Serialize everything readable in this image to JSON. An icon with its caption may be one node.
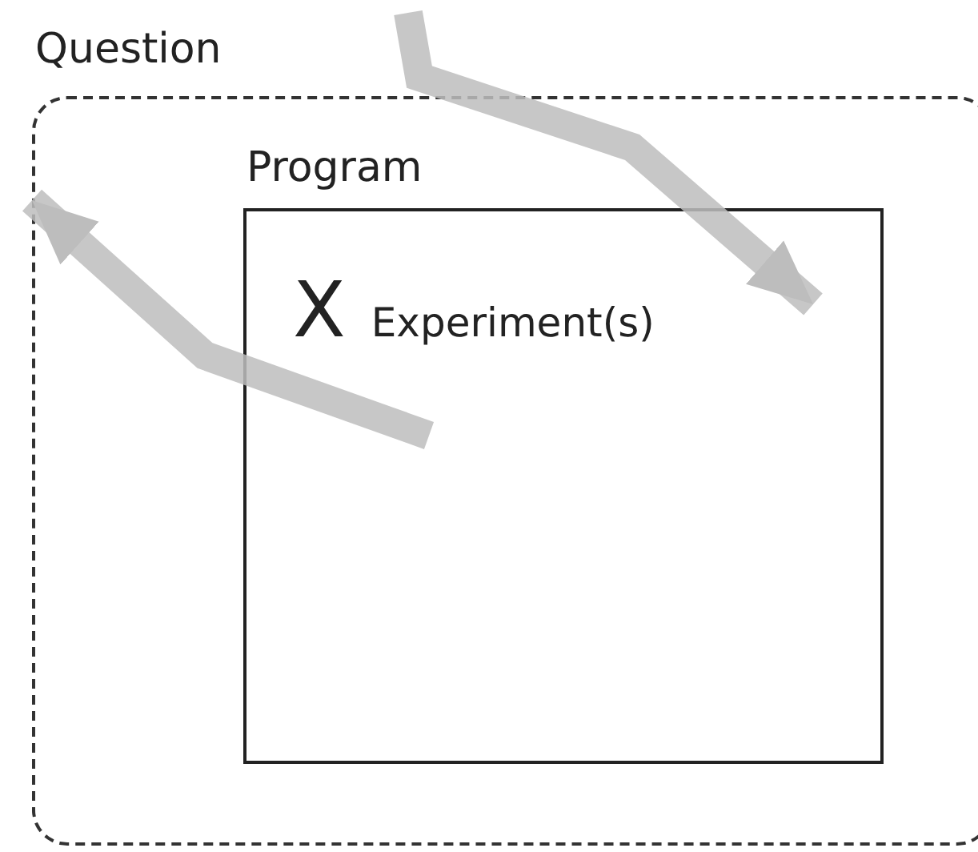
{
  "diagram": {
    "nodes": [
      {
        "text": [
          "Question"
        ]
      },
      {
        "text": [
          "Program"
        ],
        "in": 0
      },
      {
        "text": [
          "X",
          "Experiment(s)"
        ],
        "in": 1
      }
    ],
    "edges": [
      {
        "from": null,
        "to": 2,
        "arrow": "to"
      },
      {
        "from": null,
        "to": 0,
        "arrow": "to"
      }
    ]
  }
}
